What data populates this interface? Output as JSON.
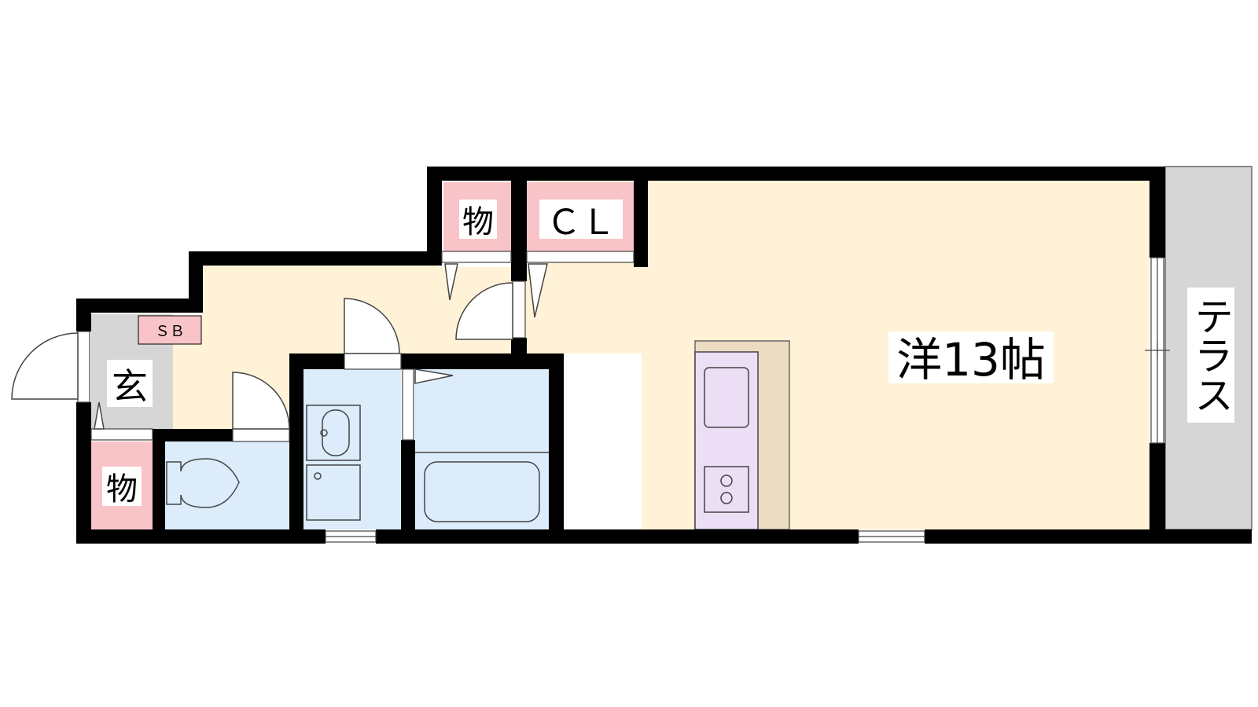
{
  "rooms": {
    "western_room": "洋13帖",
    "terrace": "テラス",
    "entrance": "玄",
    "shoe_box": "ＳＢ",
    "storage_upper": "物",
    "storage_lower": "物",
    "closet": "ＣＬ"
  },
  "colors": {
    "wall": "#000000",
    "living_floor": "#fff2d6",
    "wet_area": "#dcecfb",
    "storage": "#f8c4c8",
    "entrance_floor": "#d6d6d6",
    "terrace_floor": "#d6d6d6",
    "kitchen_counter": "#ecdcc2",
    "kitchen_unit": "#ecdff5"
  }
}
